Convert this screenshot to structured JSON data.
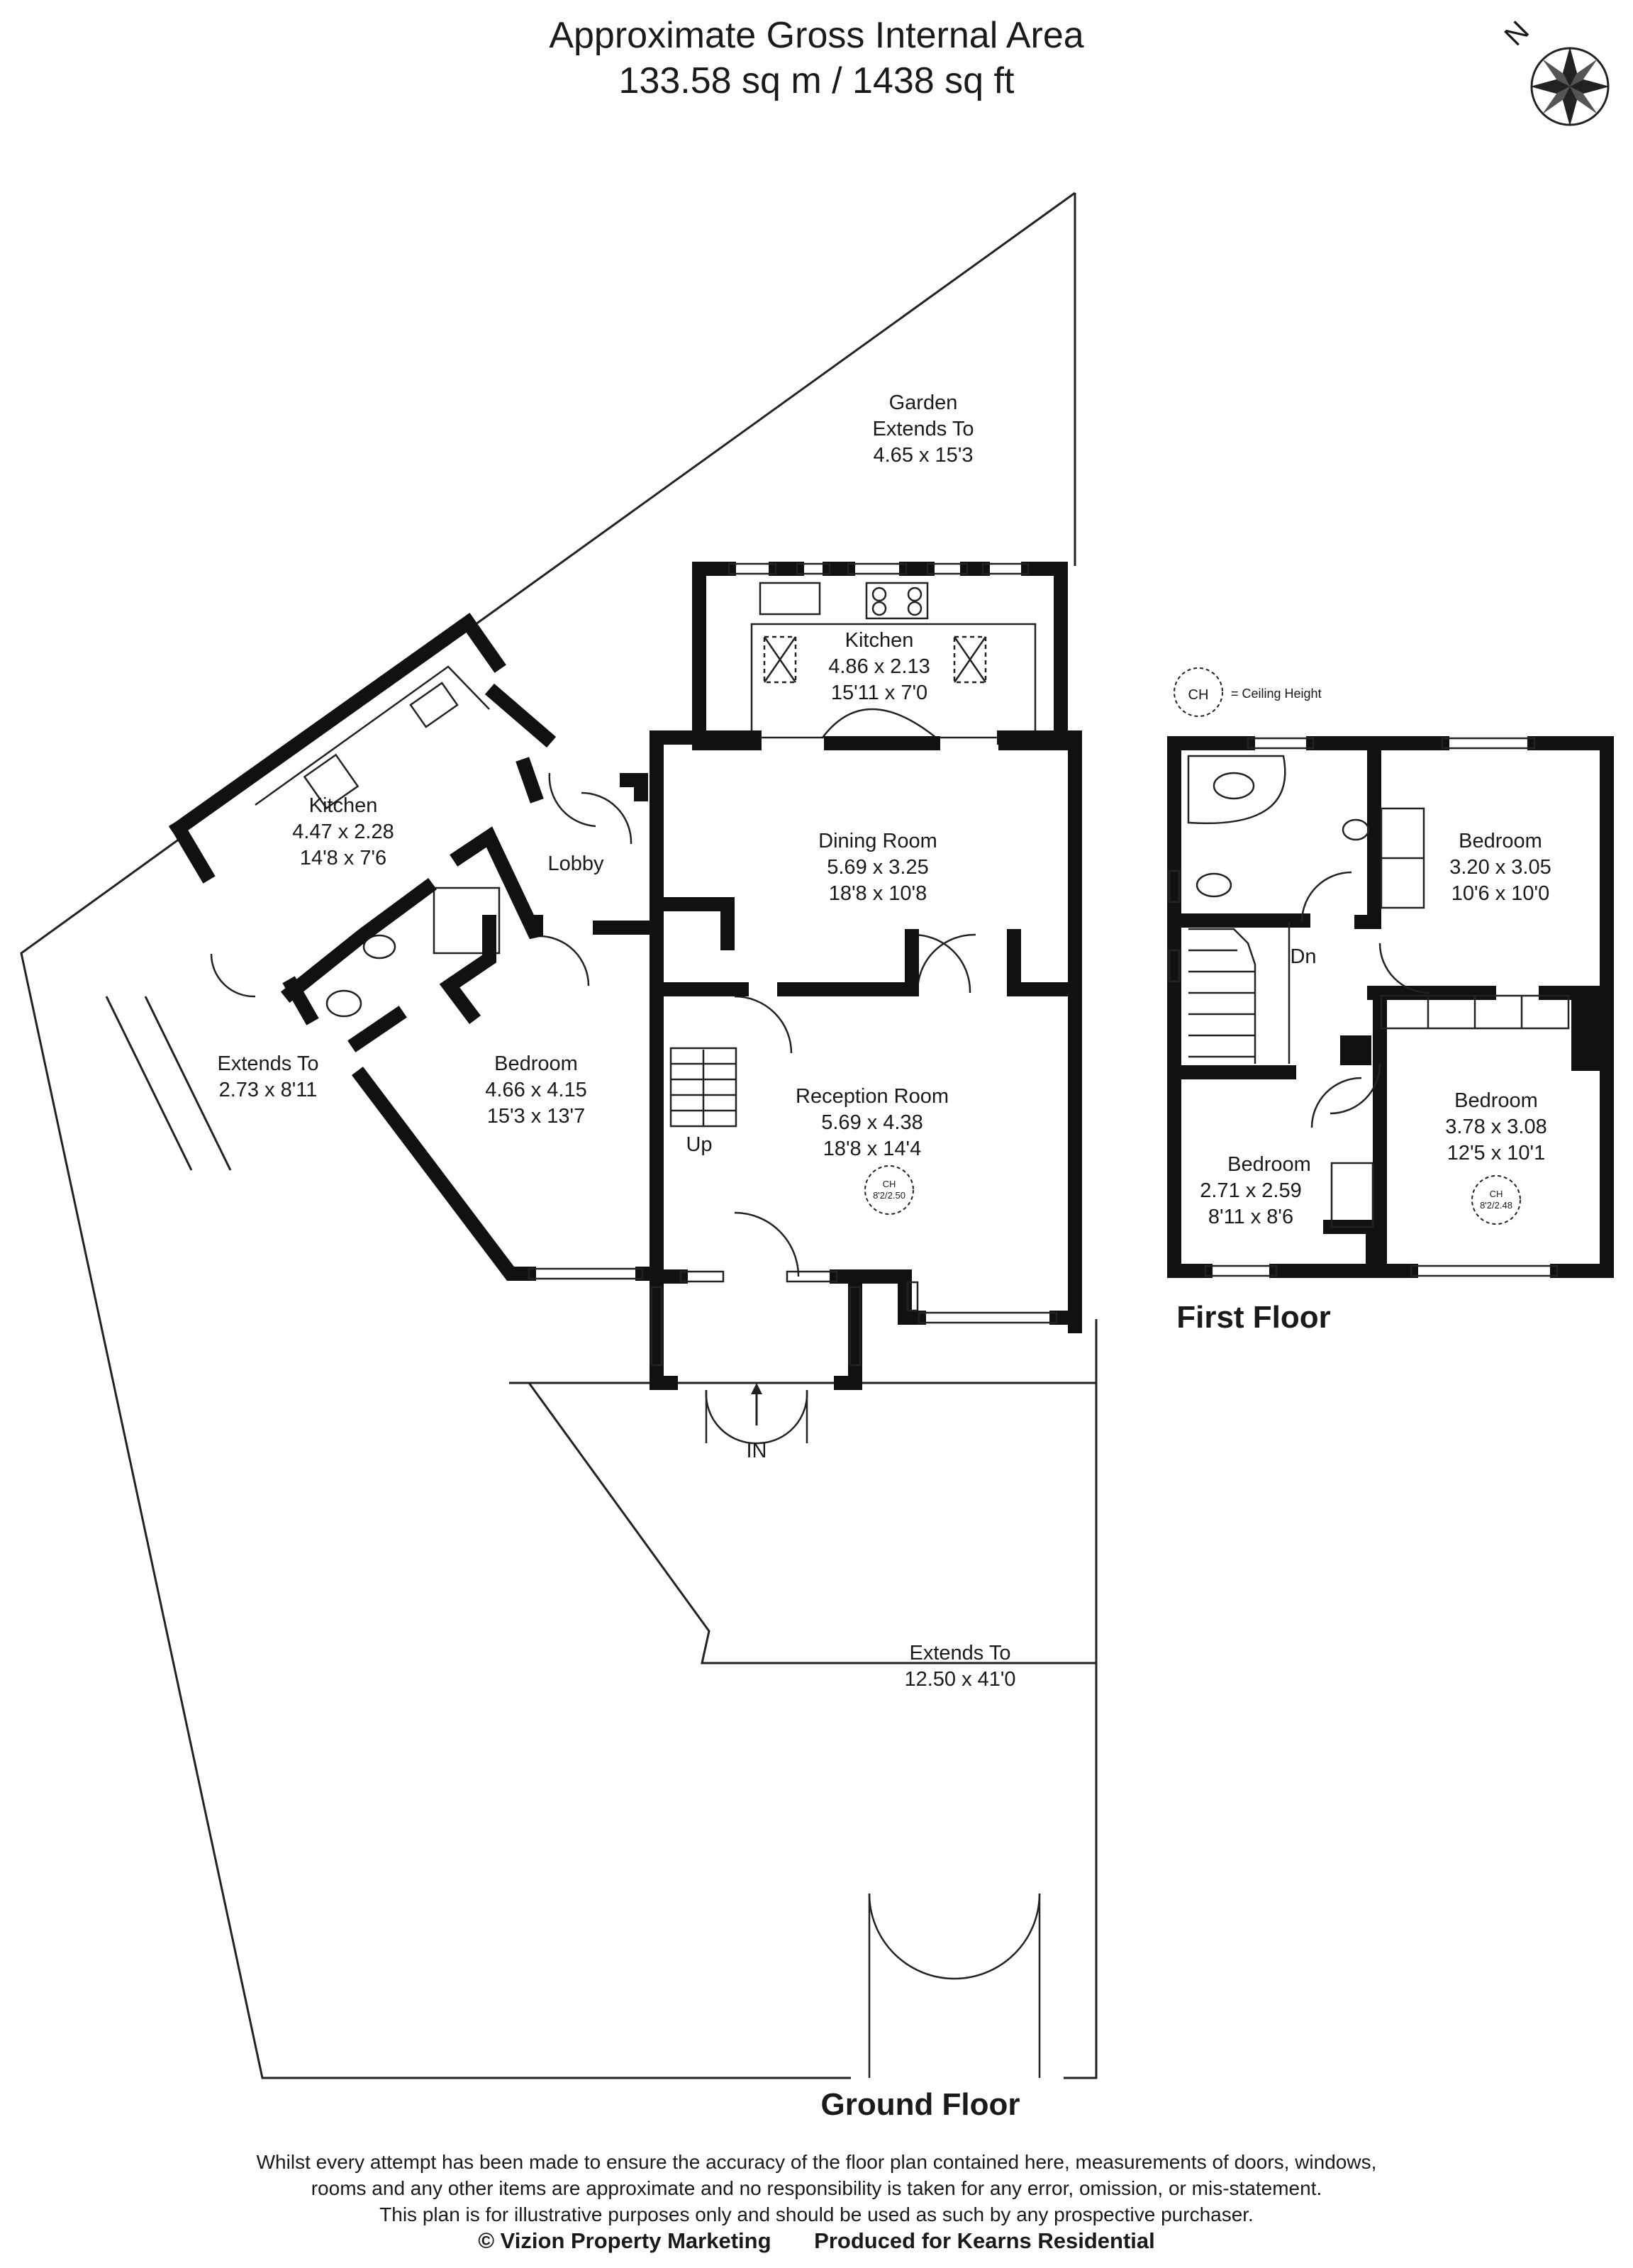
{
  "header": {
    "title": "Approximate Gross Internal Area",
    "area": "133.58 sq m / 1438 sq ft"
  },
  "compass": {
    "label": "N"
  },
  "legend": {
    "symbol": "CH",
    "text": "= Ceiling Height"
  },
  "ground_floor": {
    "label": "Ground Floor",
    "rooms": [
      {
        "name": "Garden",
        "line2": "Extends To",
        "dims": "4.65 x 15'3"
      },
      {
        "name": "Kitchen",
        "metric": "4.86 x 2.13",
        "imperial": "15'11 x 7'0"
      },
      {
        "name": "Kitchen",
        "metric": "4.47 x 2.28",
        "imperial": "14'8 x 7'6"
      },
      {
        "name": "Lobby"
      },
      {
        "name": "Dining Room",
        "metric": "5.69 x 3.25",
        "imperial": "18'8 x 10'8"
      },
      {
        "name": "Bedroom",
        "metric": "4.66 x 4.15",
        "imperial": "15'3 x 13'7"
      },
      {
        "name": "Reception Room",
        "metric": "5.69 x 4.38",
        "imperial": "18'8 x 14'4"
      },
      {
        "name": "Extends To",
        "dims": "2.73 x 8'11"
      },
      {
        "name": "Extends To",
        "dims": "12.50 x 41'0"
      }
    ],
    "stairs_up": "Up",
    "entrance": "IN",
    "ceiling_height": {
      "symbol": "CH",
      "value": "8'2/2.50"
    }
  },
  "first_floor": {
    "label": "First Floor",
    "rooms": [
      {
        "name": "Bedroom",
        "metric": "3.20 x 3.05",
        "imperial": "10'6 x 10'0"
      },
      {
        "name": "Bedroom",
        "metric": "3.78 x 3.08",
        "imperial": "12'5 x 10'1"
      },
      {
        "name": "Bedroom",
        "metric": "2.71 x 2.59",
        "imperial": "8'11 x 8'6"
      }
    ],
    "stairs_down": "Dn",
    "ceiling_height": {
      "symbol": "CH",
      "value": "8'2/2.48"
    }
  },
  "footer": {
    "disclaimer": [
      "Whilst every attempt has been made to ensure the accuracy of the floor plan contained here, measurements of doors, windows,",
      "rooms and any other items are approximate and no responsibility is taken for any error, omission, or mis-statement.",
      "This plan is for illustrative purposes only and should be used as such by any prospective purchaser."
    ],
    "copyright": "© Vizion Property Marketing",
    "produced_for": "Produced for Kearns Residential"
  }
}
